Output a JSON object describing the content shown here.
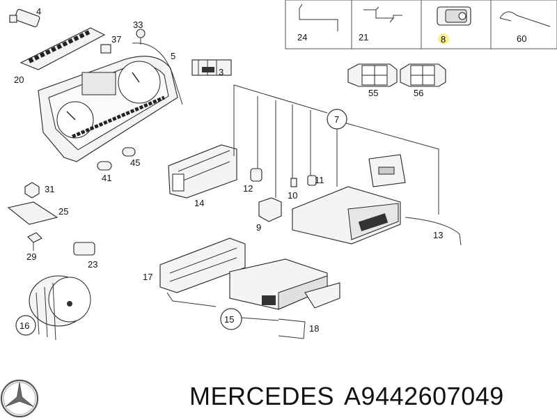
{
  "callouts": [
    {
      "key": "p4",
      "text": "4"
    },
    {
      "key": "p33",
      "text": "33"
    },
    {
      "key": "p37",
      "text": "37"
    },
    {
      "key": "p5",
      "text": "5"
    },
    {
      "key": "p20",
      "text": "20"
    },
    {
      "key": "p3",
      "text": "3"
    },
    {
      "key": "p24",
      "text": "24"
    },
    {
      "key": "p21",
      "text": "21"
    },
    {
      "key": "p8",
      "text": "8"
    },
    {
      "key": "p60",
      "text": "60"
    },
    {
      "key": "p55",
      "text": "55"
    },
    {
      "key": "p56",
      "text": "56"
    },
    {
      "key": "p7",
      "text": "7"
    },
    {
      "key": "p45",
      "text": "45"
    },
    {
      "key": "p41",
      "text": "41"
    },
    {
      "key": "p14",
      "text": "14"
    },
    {
      "key": "p12",
      "text": "12"
    },
    {
      "key": "p11",
      "text": "11"
    },
    {
      "key": "p10",
      "text": "10"
    },
    {
      "key": "p9",
      "text": "9"
    },
    {
      "key": "p13",
      "text": "13"
    },
    {
      "key": "p31",
      "text": "31"
    },
    {
      "key": "p25",
      "text": "25"
    },
    {
      "key": "p29",
      "text": "29"
    },
    {
      "key": "p23",
      "text": "23"
    },
    {
      "key": "p17",
      "text": "17"
    },
    {
      "key": "p15",
      "text": "15"
    },
    {
      "key": "p18",
      "text": "18"
    },
    {
      "key": "p16",
      "text": "16"
    }
  ],
  "highlight_color": "#f5f08a",
  "footer": {
    "brand": "MERCEDES",
    "part_number": "A9442607049"
  },
  "logo": "mercedes-star-logo"
}
